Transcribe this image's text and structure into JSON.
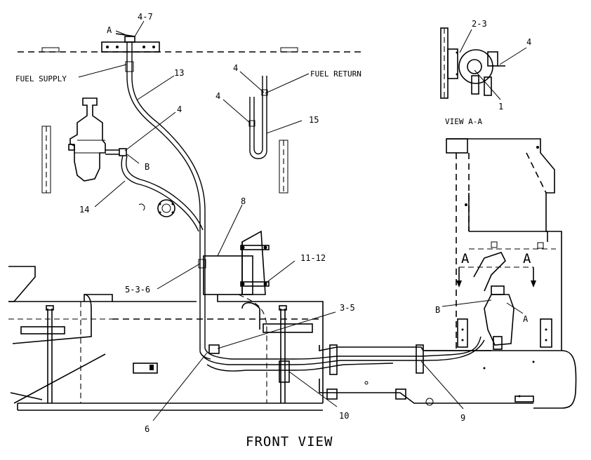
{
  "title": "FRONT VIEW",
  "view_aa": "VIEW A-A",
  "labels": {
    "fuel_supply": "FUEL SUPPLY",
    "fuel_return": "FUEL RETURN",
    "a_top": "A",
    "l_4_7": "4-7",
    "l_13": "13",
    "l_4_filter": "4",
    "l_b_filter": "B",
    "l_14": "14",
    "l_4_return_top": "4",
    "l_4_return_mid": "4",
    "l_15": "15",
    "l_8": "8",
    "l_11_12": "11-12",
    "l_5_3_6": "5-3-6",
    "l_3_5": "3-5",
    "l_6": "6",
    "l_10": "10",
    "l_9": "9",
    "l_2_3": "2-3",
    "l_4_view": "4",
    "l_1": "1",
    "section_a_left": "A",
    "section_a_right": "A",
    "l_b_right": "B",
    "l_a_right": "A"
  }
}
